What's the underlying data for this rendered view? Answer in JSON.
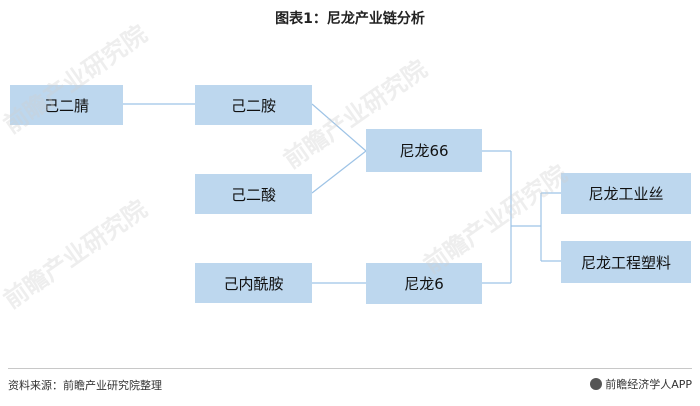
{
  "title": "图表1：尼龙产业链分析",
  "nodes": {
    "adiponitrile": "己二腈",
    "hexamethylenediamine": "己二胺",
    "adipic_acid": "己二酸",
    "caprolactam": "己内酰胺",
    "nylon66": "尼龙66",
    "nylon6": "尼龙6",
    "industrial_yarn": "尼龙工业丝",
    "engineering_plastic": "尼龙工程塑料"
  },
  "footer": {
    "source": "资料来源：前瞻产业研究院整理",
    "brand": "前瞻经济学人APP"
  },
  "watermark": "前瞻产业研究院",
  "colors": {
    "box": "#bdd7ee",
    "line": "#9dc3e6"
  }
}
